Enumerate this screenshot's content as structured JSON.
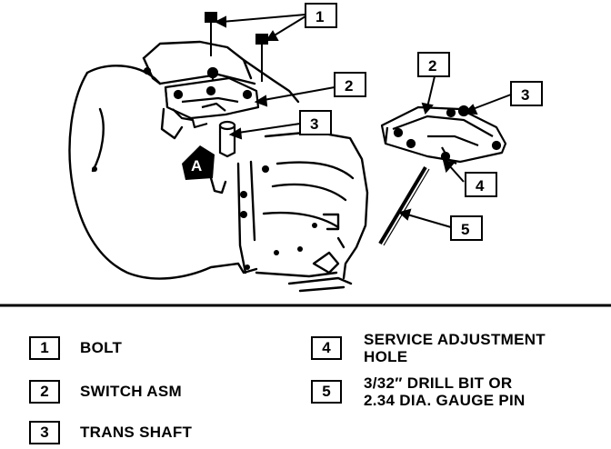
{
  "diagram": {
    "detail_label": "A",
    "callouts": [
      "1",
      "2",
      "3",
      "2",
      "3",
      "4",
      "5"
    ]
  },
  "legend": [
    {
      "number": "1",
      "lines": [
        "BOLT"
      ]
    },
    {
      "number": "2",
      "lines": [
        "SWITCH ASM"
      ]
    },
    {
      "number": "3",
      "lines": [
        "TRANS SHAFT"
      ]
    },
    {
      "number": "4",
      "lines": [
        "SERVICE ADJUSTMENT",
        "HOLE"
      ]
    },
    {
      "number": "5",
      "lines": [
        "3/32″ DRILL BIT OR",
        "2.34 DIA. GAUGE PIN"
      ]
    }
  ]
}
